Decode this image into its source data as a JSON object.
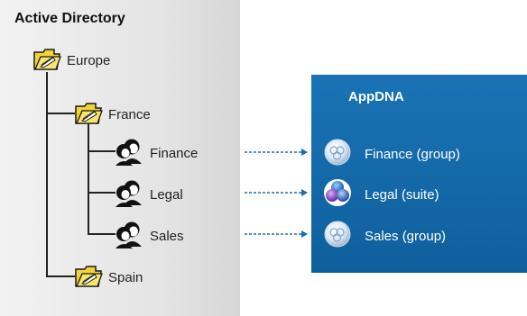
{
  "active_directory": {
    "title": "Active Directory",
    "nodes": {
      "europe": {
        "label": "Europe",
        "icon": "folder-icon"
      },
      "france": {
        "label": "France",
        "icon": "folder-icon"
      },
      "finance": {
        "label": "Finance",
        "icon": "group-icon"
      },
      "legal": {
        "label": "Legal",
        "icon": "group-icon"
      },
      "sales": {
        "label": "Sales",
        "icon": "group-icon"
      },
      "spain": {
        "label": "Spain",
        "icon": "folder-icon"
      }
    }
  },
  "appdna": {
    "title": "AppDNA",
    "targets": [
      {
        "label": "Finance (group)",
        "icon": "group-sphere-icon"
      },
      {
        "label": "Legal (suite)",
        "icon": "suite-icon"
      },
      {
        "label": "Sales (group)",
        "icon": "group-sphere-icon"
      }
    ]
  },
  "colors": {
    "appdna_panel": "#1169a9",
    "arrow": "#1a6fb0",
    "folder": "#f2d43a"
  }
}
